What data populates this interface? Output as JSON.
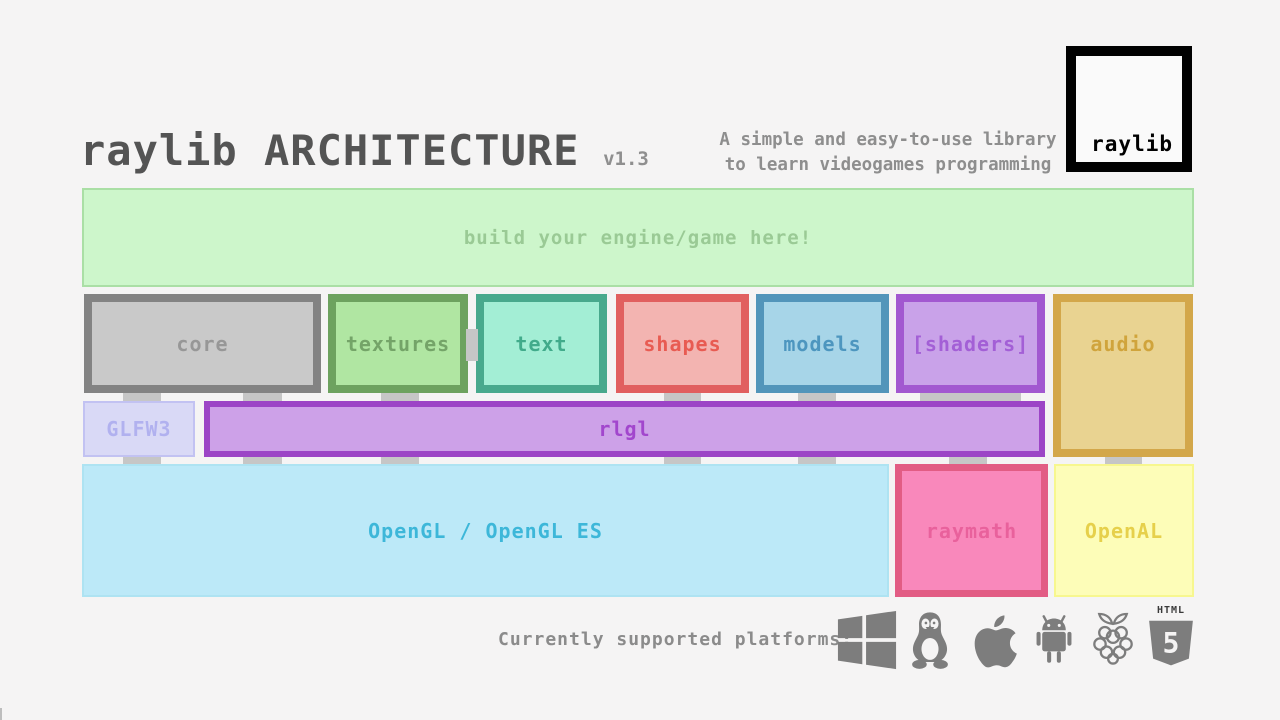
{
  "header": {
    "title": "raylib ARCHITECTURE",
    "version": "v1.3",
    "tagline1": "A simple and easy-to-use library",
    "tagline2": "to learn videogames programming",
    "logo_text": "raylib"
  },
  "engine": {
    "label": "build your engine/game here!",
    "border": "#aadfa5",
    "fill": "#cdf6cb",
    "text": "#9aca95"
  },
  "modules": [
    {
      "id": "core",
      "label": "core",
      "border": "#838383",
      "fill": "#c9c9c9",
      "text": "#979797"
    },
    {
      "id": "textures",
      "label": "textures",
      "border": "#6da25f",
      "fill": "#b0e6a2",
      "text": "#74a468"
    },
    {
      "id": "text",
      "label": "text",
      "border": "#48a98d",
      "fill": "#a3eed5",
      "text": "#41ab8b"
    },
    {
      "id": "shapes",
      "label": "shapes",
      "border": "#e15f5f",
      "fill": "#f3b4b1",
      "text": "#e85b52"
    },
    {
      "id": "models",
      "label": "models",
      "border": "#5295ba",
      "fill": "#a7d5e8",
      "text": "#4d96bf"
    },
    {
      "id": "shaders",
      "label": "[shaders]",
      "border": "#a258d0",
      "fill": "#c9a2e9",
      "text": "#a35fd6"
    },
    {
      "id": "audio",
      "label": "audio",
      "border": "#d3a74a",
      "fill": "#e9d391",
      "text": "#d0a43c"
    }
  ],
  "stack": {
    "glfw3": {
      "label": "GLFW3",
      "border": "#c2c2f2",
      "fill": "#d9d9f6",
      "text": "#b1b1ef"
    },
    "rlgl": {
      "label": "rlgl",
      "border": "#9c45c6",
      "fill": "#cda1e8",
      "text": "#a246cd"
    },
    "opengl": {
      "label": "OpenGL / OpenGL ES",
      "border": "#aee3f2",
      "fill": "#bce9f8",
      "text": "#3db7d9"
    },
    "raymath": {
      "label": "raymath",
      "border": "#e25c84",
      "fill": "#f988bb",
      "text": "#e9619c"
    },
    "openal": {
      "label": "OpenAL",
      "border": "#f7f78f",
      "fill": "#fdfdb8",
      "text": "#e6d04b"
    }
  },
  "platforms": {
    "label": "Currently supported platforms:",
    "html_word": "HTML",
    "html_number": "5",
    "names": [
      "windows",
      "linux",
      "apple",
      "android",
      "raspberry-pi",
      "html5"
    ]
  }
}
